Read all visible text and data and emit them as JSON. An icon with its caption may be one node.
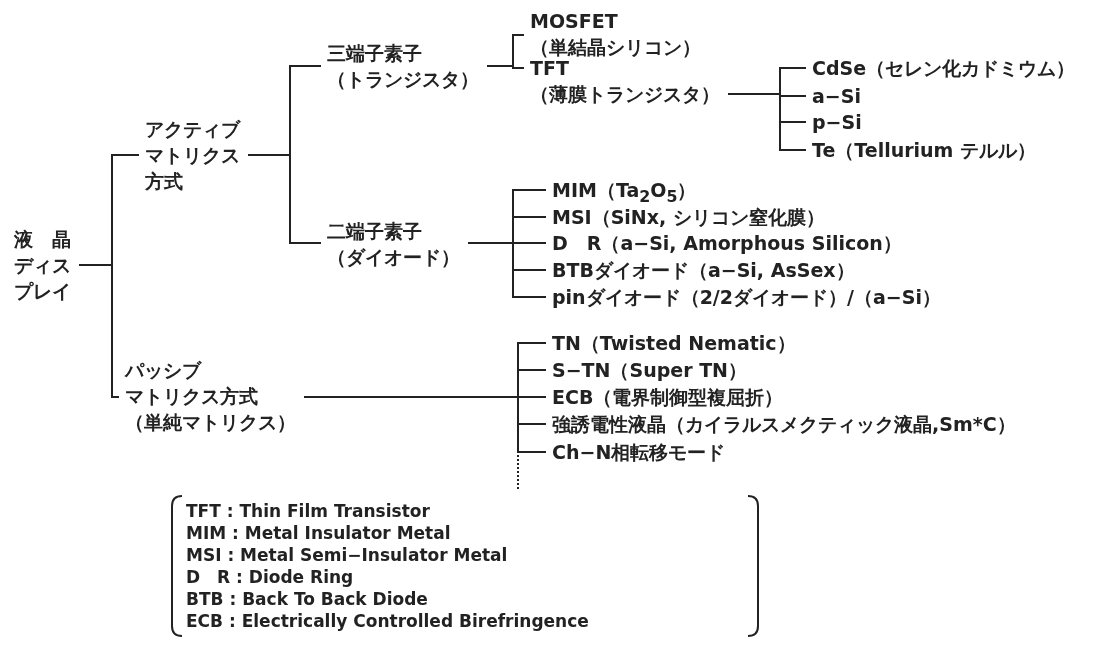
{
  "diagram": {
    "nodes": [
      {
        "text": [
          "液　晶ディスプレイ"
        ]
      },
      {
        "text": [
          "アクティブマトリクス方式"
        ]
      },
      {
        "text": [
          "三端子素子",
          "（トランジスタ）"
        ]
      },
      {
        "text": [
          "二端子素子",
          "（ダイオード）"
        ]
      },
      {
        "text": [
          "MOSFET",
          "（単結晶シリコン）"
        ]
      },
      {
        "text": [
          "TFT",
          "（薄膜トランジスタ）"
        ]
      },
      {
        "text": [
          "CdSe（セレン化カドミウム）"
        ]
      },
      {
        "text": [
          "a−Si"
        ]
      },
      {
        "text": [
          "p−Si"
        ]
      },
      {
        "text": [
          "Te（Tellurium テルル）"
        ]
      },
      {
        "text": [
          "MIM（Ta$_{2}$O$_{5}$）"
        ]
      },
      {
        "text": [
          "MSI（SiNx, シリコン窒化膜）"
        ]
      },
      {
        "text": [
          "D　R（a−Si, Amorphous Silicon）"
        ]
      },
      {
        "text": [
          "BTBダイオード（a−Si, AsSex）"
        ]
      },
      {
        "text": [
          "pinダイオード（2/2ダイオード）/（a−Si）"
        ]
      },
      {
        "text": [
          "パッシブ",
          "マトリクス方式",
          "（単純マトリクス）"
        ]
      },
      {
        "text": [
          "TN（Twisted Nematic）"
        ]
      },
      {
        "text": [
          "S−TN（Super TN）"
        ]
      },
      {
        "text": [
          "ECB（電界制御型複屈折）"
        ]
      },
      {
        "text": [
          "強誘電性液晶（カイラルスメクティック液晶,Sm*C）"
        ]
      },
      {
        "text": [
          "Ch−N相転移モード"
        ]
      }
    ],
    "edges": [
      {
        "from": 0,
        "to": 1,
        "arrow": "none"
      },
      {
        "from": 0,
        "to": 15,
        "arrow": "none"
      },
      {
        "from": 1,
        "to": 2,
        "arrow": "none"
      },
      {
        "from": 1,
        "to": 3,
        "arrow": "none"
      },
      {
        "from": 2,
        "to": 4,
        "arrow": "none"
      },
      {
        "from": 2,
        "to": 5,
        "arrow": "none"
      },
      {
        "from": 5,
        "to": 6,
        "arrow": "none"
      },
      {
        "from": 5,
        "to": 7,
        "arrow": "none"
      },
      {
        "from": 5,
        "to": 8,
        "arrow": "none"
      },
      {
        "from": 5,
        "to": 9,
        "arrow": "none"
      },
      {
        "from": 3,
        "to": 10,
        "arrow": "none"
      },
      {
        "from": 3,
        "to": 11,
        "arrow": "none"
      },
      {
        "from": 3,
        "to": 12,
        "arrow": "none"
      },
      {
        "from": 3,
        "to": 13,
        "arrow": "none"
      },
      {
        "from": 3,
        "to": 14,
        "arrow": "none"
      },
      {
        "from": 15,
        "to": 16,
        "arrow": "none"
      },
      {
        "from": 15,
        "to": 17,
        "arrow": "none"
      },
      {
        "from": 15,
        "to": 18,
        "arrow": "none"
      },
      {
        "from": 15,
        "to": 19,
        "arrow": "none"
      },
      {
        "from": 15,
        "to": 20,
        "arrow": "none"
      }
    ],
    "labels": [
      "TFT : Thin Film Transistor",
      "MIM : Metal Insulator Metal",
      "MSI : Metal Semi−Insulator Metal",
      "D　R : Diode Ring",
      "BTB : Back To Back Diode",
      "ECB : Electrically Controlled Birefringence"
    ]
  }
}
